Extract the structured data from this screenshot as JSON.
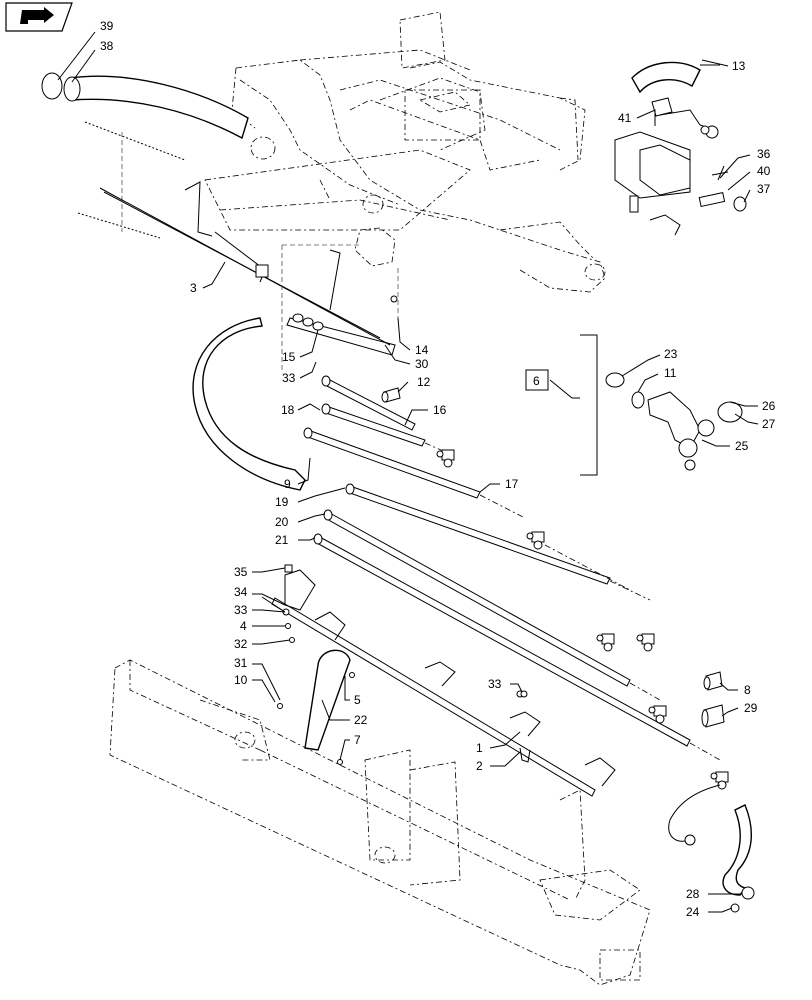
{
  "callouts": [
    {
      "id": "39",
      "text": "39"
    },
    {
      "id": "38",
      "text": "38"
    },
    {
      "id": "13",
      "text": "13"
    },
    {
      "id": "41",
      "text": "41"
    },
    {
      "id": "36",
      "text": "36"
    },
    {
      "id": "40",
      "text": "40"
    },
    {
      "id": "37",
      "text": "37"
    },
    {
      "id": "3",
      "text": "3"
    },
    {
      "id": "14",
      "text": "14"
    },
    {
      "id": "15",
      "text": "15"
    },
    {
      "id": "30",
      "text": "30"
    },
    {
      "id": "33a",
      "text": "33"
    },
    {
      "id": "12",
      "text": "12"
    },
    {
      "id": "18",
      "text": "18"
    },
    {
      "id": "16",
      "text": "16"
    },
    {
      "id": "9",
      "text": "9"
    },
    {
      "id": "17",
      "text": "17"
    },
    {
      "id": "19",
      "text": "19"
    },
    {
      "id": "20",
      "text": "20"
    },
    {
      "id": "21",
      "text": "21"
    },
    {
      "id": "6",
      "text": "6"
    },
    {
      "id": "23",
      "text": "23"
    },
    {
      "id": "11",
      "text": "11"
    },
    {
      "id": "26",
      "text": "26"
    },
    {
      "id": "27",
      "text": "27"
    },
    {
      "id": "25",
      "text": "25"
    },
    {
      "id": "35",
      "text": "35"
    },
    {
      "id": "34",
      "text": "34"
    },
    {
      "id": "33b",
      "text": "33"
    },
    {
      "id": "4",
      "text": "4"
    },
    {
      "id": "32",
      "text": "32"
    },
    {
      "id": "31",
      "text": "31"
    },
    {
      "id": "10",
      "text": "10"
    },
    {
      "id": "5",
      "text": "5"
    },
    {
      "id": "22",
      "text": "22"
    },
    {
      "id": "7",
      "text": "7"
    },
    {
      "id": "33c",
      "text": "33"
    },
    {
      "id": "1",
      "text": "1"
    },
    {
      "id": "2",
      "text": "2"
    },
    {
      "id": "8",
      "text": "8"
    },
    {
      "id": "29",
      "text": "29"
    },
    {
      "id": "28",
      "text": "28"
    },
    {
      "id": "24",
      "text": "24"
    }
  ],
  "icons": {
    "nav": "book-arrow-icon"
  }
}
